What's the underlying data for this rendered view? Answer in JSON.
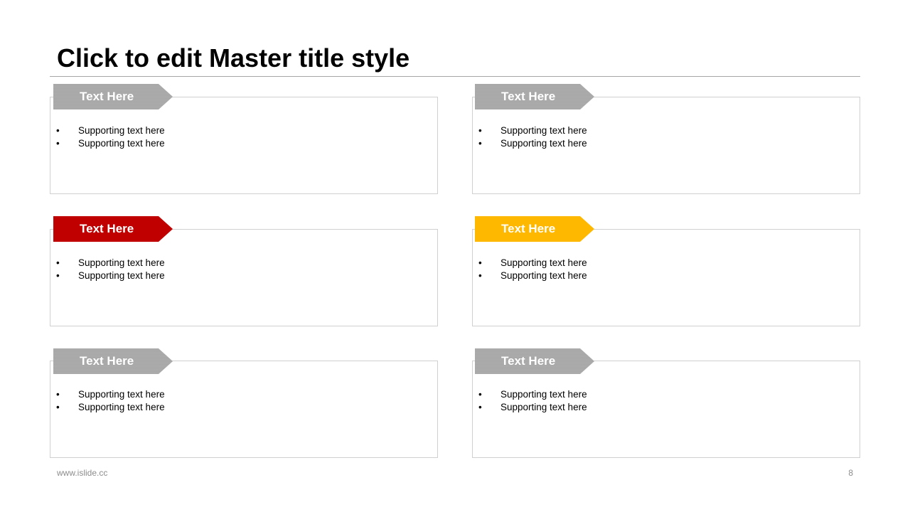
{
  "slide": {
    "title": "Click to edit Master title style"
  },
  "cards": [
    {
      "tag": "Text Here",
      "tag_color": "#a5a5a5",
      "bullets": [
        "Supporting  text here",
        "Supporting  text here"
      ]
    },
    {
      "tag": "Text Here",
      "tag_color": "#a5a5a5",
      "bullets": [
        "Supporting  text here",
        "Supporting  text here"
      ]
    },
    {
      "tag": "Text Here",
      "tag_color": "#c00000",
      "bullets": [
        "Supporting  text here",
        "Supporting  text here"
      ]
    },
    {
      "tag": "Text Here",
      "tag_color": "#ffb800",
      "bullets": [
        "Supporting  text here",
        "Supporting  text here"
      ]
    },
    {
      "tag": "Text Here",
      "tag_color": "#a5a5a5",
      "bullets": [
        "Supporting  text here",
        "Supporting  text here"
      ]
    },
    {
      "tag": "Text Here",
      "tag_color": "#a5a5a5",
      "bullets": [
        "Supporting  text here",
        "Supporting  text here"
      ]
    }
  ],
  "bullet_glyph": "•",
  "footer": {
    "website": "www.islide.cc",
    "page_number": "8"
  }
}
